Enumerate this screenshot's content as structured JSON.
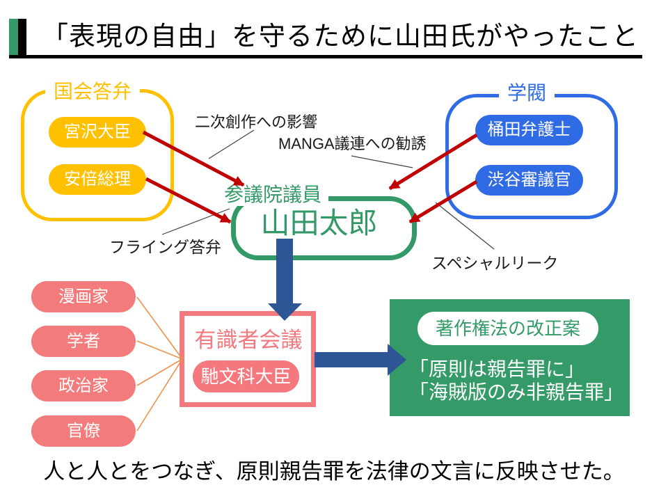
{
  "slide": {
    "title": "「表現の自由」を守るために山田氏がやったこと",
    "summary": "人と人とをつなぎ、原則親告罪を法律の文言に反映させた。"
  },
  "diet_group": {
    "label": "国会答弁",
    "members": [
      "宮沢大臣",
      "安倍総理"
    ]
  },
  "faction_group": {
    "label": "学閥",
    "members": [
      "桶田弁護士",
      "渋谷審議官"
    ]
  },
  "yamada": {
    "role": "参議院議員",
    "name": "山田太郎"
  },
  "annotations": {
    "influence": "二次創作への影響",
    "invitation": "MANGA議連への勧誘",
    "flying": "フライング答弁",
    "leak": "スペシャルリーク"
  },
  "expert_panel": {
    "label": "有識者会議",
    "minister": "馳文科大臣",
    "members": [
      "漫画家",
      "学者",
      "政治家",
      "官僚"
    ]
  },
  "result_box": {
    "badge": "著作権法の改正案",
    "lines": [
      "「原則は親告罪に」",
      "「海賊版のみ非親告罪」"
    ]
  },
  "colors": {
    "yellow": "#FFC000",
    "blue": "#2F6BE4",
    "green": "#339966",
    "result_green": "#349A68",
    "pink": "#F4797F",
    "salmon": "#F47B7B",
    "red_arrow": "#C00000",
    "navy_arrow": "#2E5697",
    "orange_line": "#ED9049"
  }
}
